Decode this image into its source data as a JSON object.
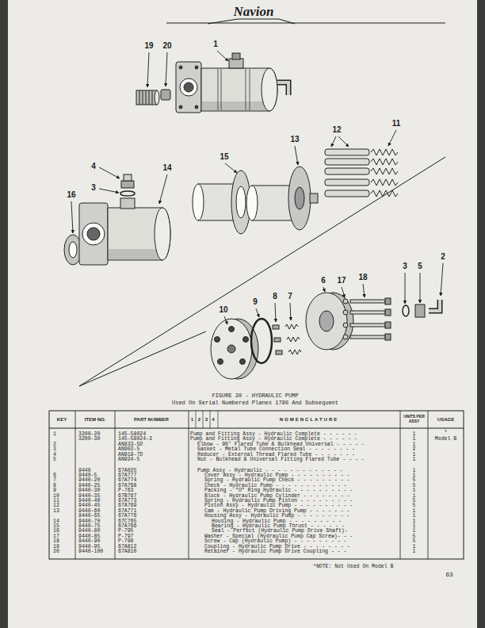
{
  "diagram": {
    "title": "FIGURE 30 - HYDRAULIC PUMP",
    "caption": "Used On Serial Numbered Planes 1790 And Subsequent",
    "labels": [
      "Navion",
      "19",
      "20",
      "1",
      "12",
      "11",
      "4",
      "3",
      "14",
      "15",
      "13",
      "16",
      "10",
      "9",
      "8",
      "7",
      "6",
      "17",
      "18",
      "3",
      "5",
      "2",
      "KEY",
      "ITEM NO.",
      "PART NUMBER",
      "1",
      "2",
      "3",
      "4",
      "NOMENCLATURE",
      "UNITS PER ASSY",
      "USAGE",
      "1",
      "3200-20",
      "145-58024",
      "Pump and Fitting Assy - Hydraulic Complete - - - - - -",
      "1",
      "*",
      "3200-30",
      "145-58024-3",
      "Pump and Fitting Assy - Hydraulic Complete - - - - - -",
      "1",
      "Model B",
      "2",
      "AN833-5D",
      "Elbow - 90° Flared Tube & Bulkhead Universal - - - - -",
      "1",
      "3",
      "AN902-5",
      "Gasket - Metal Tube Connection Seal - - - - - - - -",
      "2",
      "4",
      "AN919-7D",
      "Reducer - External Thread Flared Tube - - - - - - -",
      "1",
      "5",
      "AN924-5",
      "Nut - Bulkhead & Universal Fitting Flared Tube - - - -",
      "1",
      "9440",
      "67A025",
      "Pump Assy - Hydraulic - - - - - - - - - - - - -",
      "1",
      "6",
      "9440-5",
      "67A777",
      "Cover Assy - Hydraulic Pump - - - - - - - - - -",
      "1",
      "7",
      "9440-20",
      "67A774",
      "Spring - Hydraulic Pump Check - - - - - - - - -",
      "5",
      "8",
      "9440-25",
      "67A768",
      "Check - Hydraulic Pump - - - - - - - - - - - -",
      "5",
      "9",
      "9440-30",
      "P-763",
      "Packing - \"O\" Ring Hydraulic - - - - - - - - - -",
      "1",
      "10",
      "9440-35",
      "67B767",
      "Block - Hydraulic Pump Cylinder - - - - - - - -",
      "1",
      "11",
      "9440-40",
      "67A773",
      "Spring - Hydraulic Pump Piston - - - - - - - - -",
      "5",
      "12",
      "9440-45",
      "67A769",
      "Piston Assy - Hydraulic Pump - - - - - - - - - -",
      "5",
      "13",
      "9440-60",
      "67A771",
      "Cam - Hydraulic Pump Driving Pump - - - - - - -",
      "1",
      "9440-65",
      "67A776",
      "Housing Assy - Hydraulic Pump - - - - - - - - -",
      "1",
      "14",
      "9440-70",
      "67C765",
      "Housing - Hydraulic Pump - - - - - - - - -",
      "1",
      "15",
      "9440-75",
      "67A766",
      "Bearing - Hydraulic Pump Thrust - - - - - -",
      "1",
      "16",
      "9440-80",
      "P-795",
      "Seal - Perfect (Hydraulic Pump Drive Shaft)-",
      "1",
      "17",
      "9440-85",
      "P-797",
      "Washer - Special (Hydraulic Pump Cap Screw)- - -",
      "5",
      "18",
      "9440-90",
      "P-798",
      "Screw - Cap (Hydraulic Pump) - - - - - - - - -",
      "5",
      "19",
      "9440-95",
      "67A812",
      "Coupling - Hydraulic Pump Drive - - - - - - - -",
      "1",
      "20",
      "9440-100",
      "67A810",
      "Retainer - Hydraulic Pump Drive Coupling - - -",
      "1",
      "*NOTE: Not Used On Model B",
      "63"
    ]
  }
}
